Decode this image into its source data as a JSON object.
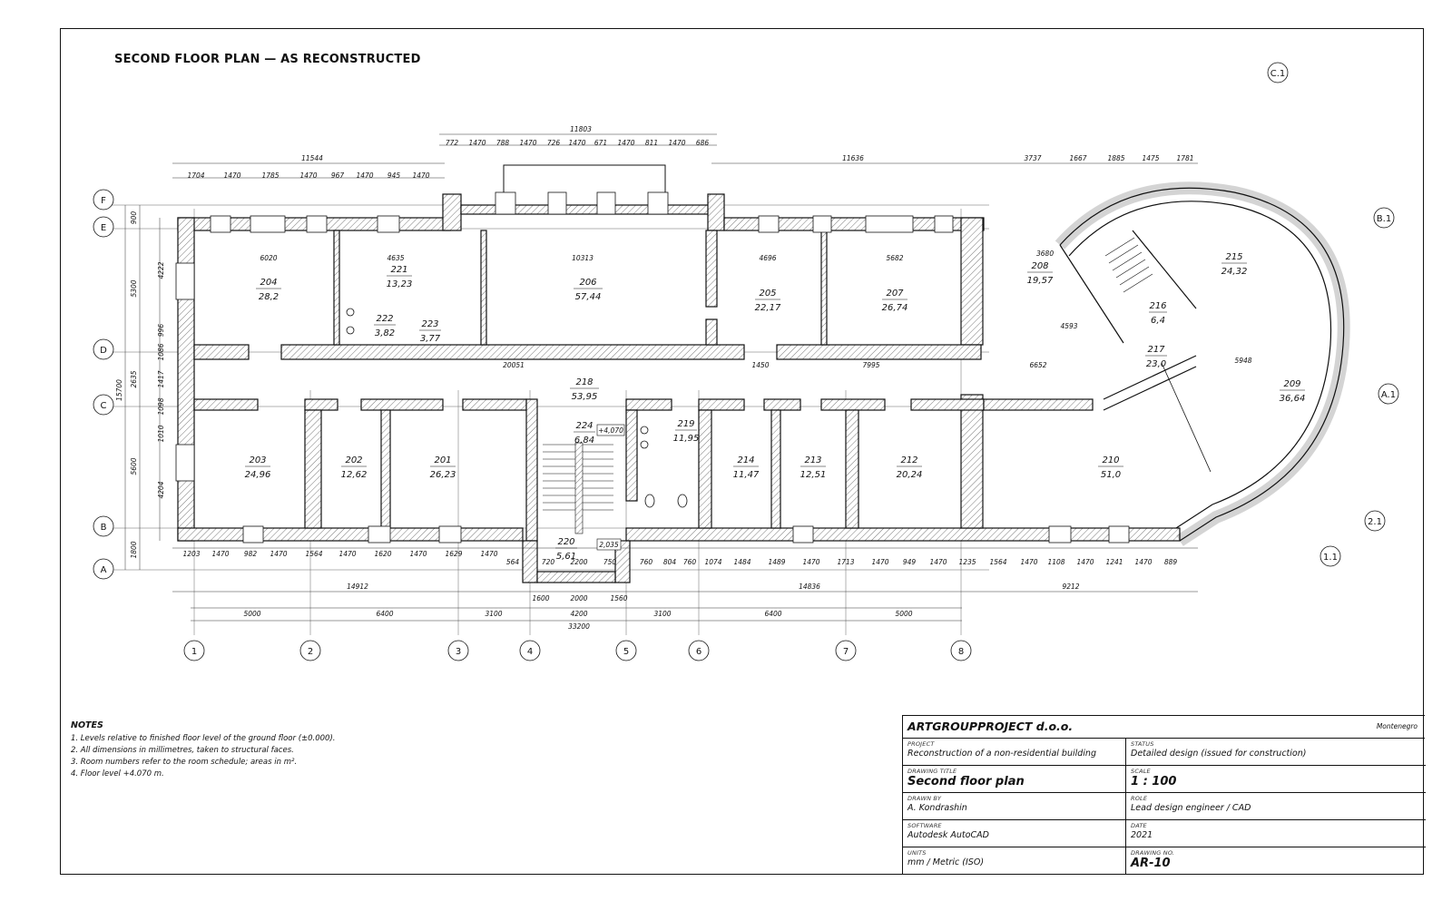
{
  "plan_title": "SECOND FLOOR PLAN — AS RECONSTRUCTED",
  "grid_axes": {
    "numbers": [
      "1",
      "2",
      "3",
      "4",
      "5",
      "6",
      "7",
      "8",
      "1.1",
      "2.1"
    ],
    "letters": [
      "F",
      "E",
      "D",
      "C",
      "B",
      "A"
    ],
    "curved": [
      "C.1",
      "B.1",
      "A.1"
    ]
  },
  "rooms": [
    {
      "no": "204",
      "area": "28,2"
    },
    {
      "no": "221",
      "area": "13,23"
    },
    {
      "no": "222",
      "area": "3,82"
    },
    {
      "no": "223",
      "area": "3,77"
    },
    {
      "no": "206",
      "area": "57,44"
    },
    {
      "no": "205",
      "area": "22,17"
    },
    {
      "no": "207",
      "area": "26,74"
    },
    {
      "no": "208",
      "area": "19,57"
    },
    {
      "no": "216",
      "area": "6,4"
    },
    {
      "no": "215",
      "area": "24,32"
    },
    {
      "no": "217",
      "area": "23,0"
    },
    {
      "no": "209",
      "area": "36,64"
    },
    {
      "no": "218",
      "area": "53,95"
    },
    {
      "no": "224",
      "area": "6,84"
    },
    {
      "no": "219",
      "area": "11,95"
    },
    {
      "no": "203",
      "area": "24,96"
    },
    {
      "no": "202",
      "area": "12,62"
    },
    {
      "no": "201",
      "area": "26,23"
    },
    {
      "no": "214",
      "area": "11,47"
    },
    {
      "no": "213",
      "area": "12,51"
    },
    {
      "no": "212",
      "area": "20,24"
    },
    {
      "no": "210",
      "area": "51,0"
    },
    {
      "no": "220",
      "area": "5,61"
    }
  ],
  "dimensions": {
    "top_total": "11803",
    "top_row_left": "11544",
    "top_row_right": "11636",
    "top_row_3737": "3737",
    "top_small_left": [
      "1704",
      "1470",
      "1785",
      "1470",
      "967",
      "1470",
      "945",
      "1470"
    ],
    "top_small_mid": [
      "772",
      "1470",
      "788",
      "1470",
      "726",
      "1470",
      "671",
      "1470",
      "811",
      "1470",
      "686"
    ],
    "top_small_right": [
      "1667",
      "1885",
      "1475",
      "1781"
    ],
    "interior": [
      "20051",
      "1450",
      "7995",
      "6652",
      "10313",
      "6020",
      "5682",
      "4696",
      "4635",
      "3680",
      "4593",
      "5948"
    ],
    "bottom_row_1": [
      "1203",
      "1470",
      "982",
      "1470",
      "1564",
      "1470",
      "1620",
      "1470",
      "1629",
      "1470",
      "564",
      "720",
      "2200",
      "750",
      "760",
      "804",
      "760",
      "1074",
      "1484",
      "1489",
      "1470",
      "1713",
      "1470",
      "949",
      "1470",
      "1235",
      "1564",
      "1470",
      "1108",
      "1470",
      "1241",
      "1470",
      "889"
    ],
    "bottom_row_2": [
      "14912",
      "1600",
      "2000",
      "1560",
      "14836",
      "9212"
    ],
    "bottom_row_3": [
      "5000",
      "6400",
      "3100",
      "4200",
      "3100",
      "6400",
      "5000"
    ],
    "bottom_total": "33200",
    "left_outer": [
      "15700"
    ],
    "left_mid": [
      "5300",
      "2635",
      "5600",
      "1800",
      "900"
    ],
    "left_inner": [
      "4222",
      "996",
      "1086",
      "1417",
      "1098",
      "1010",
      "4204"
    ],
    "levels": [
      "+4,070",
      "2,035"
    ]
  },
  "notes": {
    "heading": "NOTES",
    "items": [
      "1.  Levels relative to finished floor level of the ground floor (±0.000).",
      "2.  All dimensions in millimetres, taken to structural faces.",
      "3.  Room numbers refer to the room schedule; areas in m².",
      "4.  Floor level +4.070 m."
    ]
  },
  "title_block": {
    "company": "ARTGROUPPROJECT d.o.o.",
    "country": "Montenegro",
    "project_label": "PROJECT",
    "project": "Reconstruction of a non-residential building",
    "status_label": "STATUS",
    "status": "Detailed design (issued for construction)",
    "drawing_title_label": "DRAWING TITLE",
    "drawing_title": "Second floor plan",
    "scale_label": "SCALE",
    "scale": "1 : 100",
    "drawn_by_label": "DRAWN BY",
    "drawn_by": "A. Kondrashin",
    "role_label": "ROLE",
    "role": "Lead design engineer / CAD",
    "software_label": "SOFTWARE",
    "software": "Autodesk AutoCAD",
    "date_label": "DATE",
    "date": "2021",
    "units_label": "UNITS",
    "units": "mm  /  Metric (ISO)",
    "drawing_no_label": "DRAWING No.",
    "drawing_no": "AR-10"
  }
}
